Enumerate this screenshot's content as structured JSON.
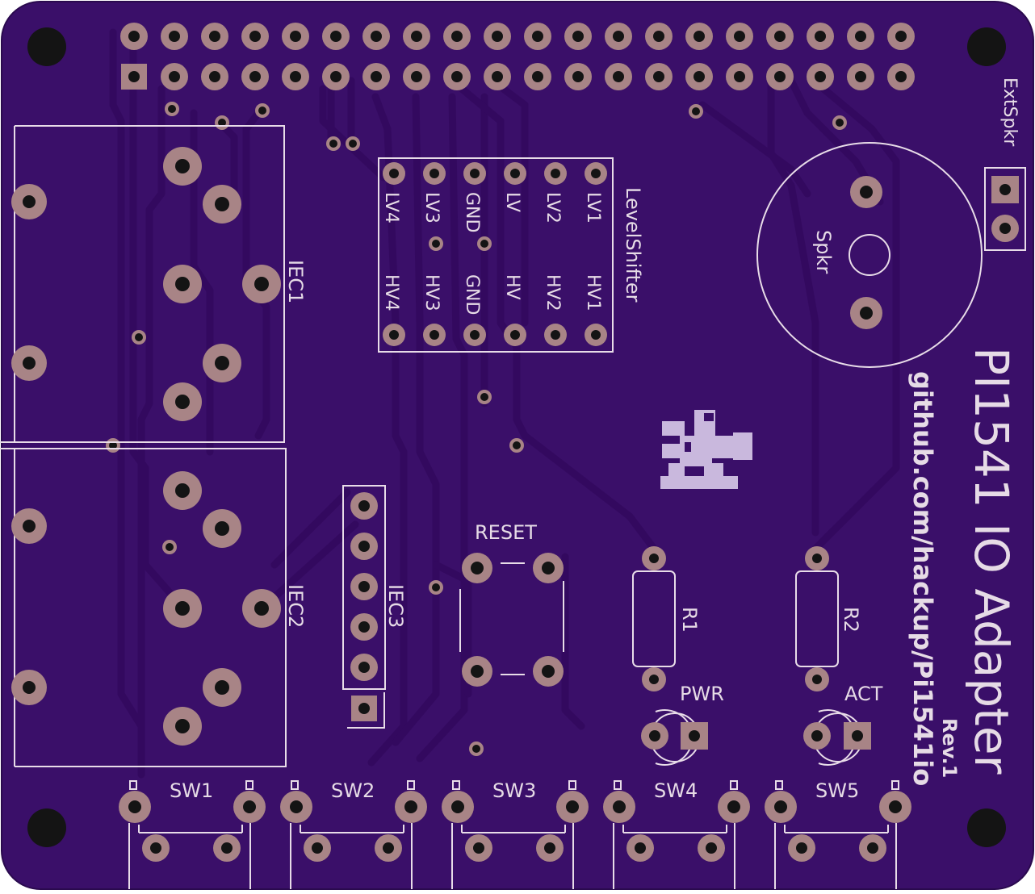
{
  "board": {
    "colors": {
      "substrate": "#3a0f69",
      "copper_pour": "#461878",
      "trace": "#3b106a",
      "pad": "#a88486",
      "hole": "#141414",
      "silkscreen": "#e8dce8",
      "mascot": "#c9b8dd"
    },
    "title": "PI1541 IO Adapter",
    "revision": "Rev.1",
    "url": "github.com/hackup/Pi1541io",
    "labels": {
      "ext_spkr": "ExtSpkr",
      "spkr": "Spkr",
      "level_shifter": "LevelShifter",
      "iec1": "IEC1",
      "iec2": "IEC2",
      "iec3": "IEC3",
      "reset": "RESET",
      "r1": "R1",
      "r2": "R2",
      "pwr": "PWR",
      "act": "ACT",
      "sw1": "SW1",
      "sw2": "SW2",
      "sw3": "SW3",
      "sw4": "SW4",
      "sw5": "SW5"
    },
    "level_shifter_pins": {
      "top": [
        "LV4",
        "LV3",
        "GND",
        "LV",
        "LV2",
        "LV1"
      ],
      "bottom": [
        "HV4",
        "HV3",
        "GND",
        "HV",
        "HV2",
        "HV1"
      ]
    },
    "icons": {
      "mascot": "pixel-runner-mascot-icon"
    }
  }
}
